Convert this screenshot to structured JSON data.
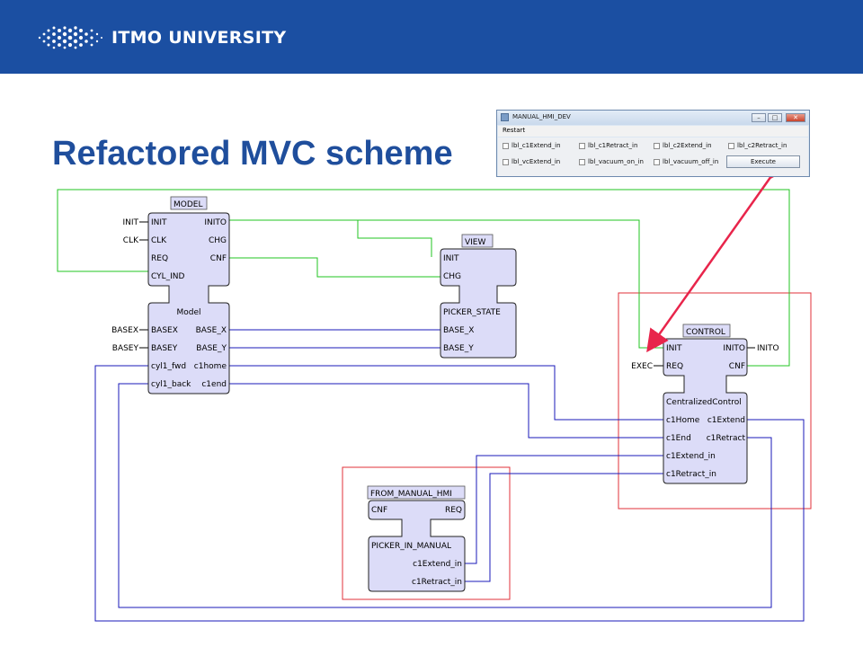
{
  "header": {
    "logo_text": "ITMO UNIVERSITY"
  },
  "slide": {
    "title": "Refactored MVC scheme"
  },
  "hmi_window": {
    "title": "MANUAL_HMI_DEV",
    "menu": "Restart",
    "checkboxes": [
      "lbl_c1Extend_in",
      "lbl_c1Retract_in",
      "lbl_c2Extend_in",
      "lbl_c2Retract_in",
      "lbl_vcExtend_in",
      "lbl_vacuum_on_in",
      "lbl_vacuum_off_in"
    ],
    "execute_label": "Execute"
  },
  "fb_model": {
    "name": "MODEL",
    "type": "Model",
    "ev_in": [
      "INIT",
      "CLK",
      "REQ",
      "CYL_IND"
    ],
    "ev_out": [
      "INITO",
      "CHG",
      "CNF"
    ],
    "data_in": [
      "BASEX",
      "BASEY",
      "cyl1_fwd",
      "cyl1_back"
    ],
    "data_out": [
      "BASE_X",
      "BASE_Y",
      "c1home",
      "c1end"
    ],
    "ext_in": [
      "INIT",
      "CLK",
      "BASEX",
      "BASEY"
    ]
  },
  "fb_view": {
    "name": "VIEW",
    "type": "PICKER_STATE",
    "ev_in": [
      "INIT",
      "CHG"
    ],
    "data_in": [
      "BASE_X",
      "BASE_Y"
    ]
  },
  "fb_control": {
    "name": "CONTROL",
    "type": "CentralizedControl",
    "ev_in": [
      "INIT",
      "REQ"
    ],
    "ev_out": [
      "INITO",
      "CNF"
    ],
    "data_in": [
      "c1Home",
      "c1End",
      "c1Extend_in",
      "c1Retract_in"
    ],
    "data_out": [
      "c1Extend",
      "c1Retract"
    ],
    "ext_in": [
      "EXEC"
    ],
    "ext_out": [
      "INITO"
    ]
  },
  "fb_hmi": {
    "name": "FROM_MANUAL_HMI",
    "type": "PICKER_IN_MANUAL",
    "ev_out": [
      "CNF",
      "REQ"
    ],
    "data_out": [
      "c1Extend_in",
      "c1Retract_in"
    ]
  },
  "colors": {
    "header_bg": "#1b4fa2",
    "title": "#1f4e9c",
    "event_conn": "#22c422",
    "data_conn": "#1a1ab8",
    "highlight_box": "#e0303a",
    "arrow": "#e8254b",
    "block_fill": "#dcdcf8"
  }
}
